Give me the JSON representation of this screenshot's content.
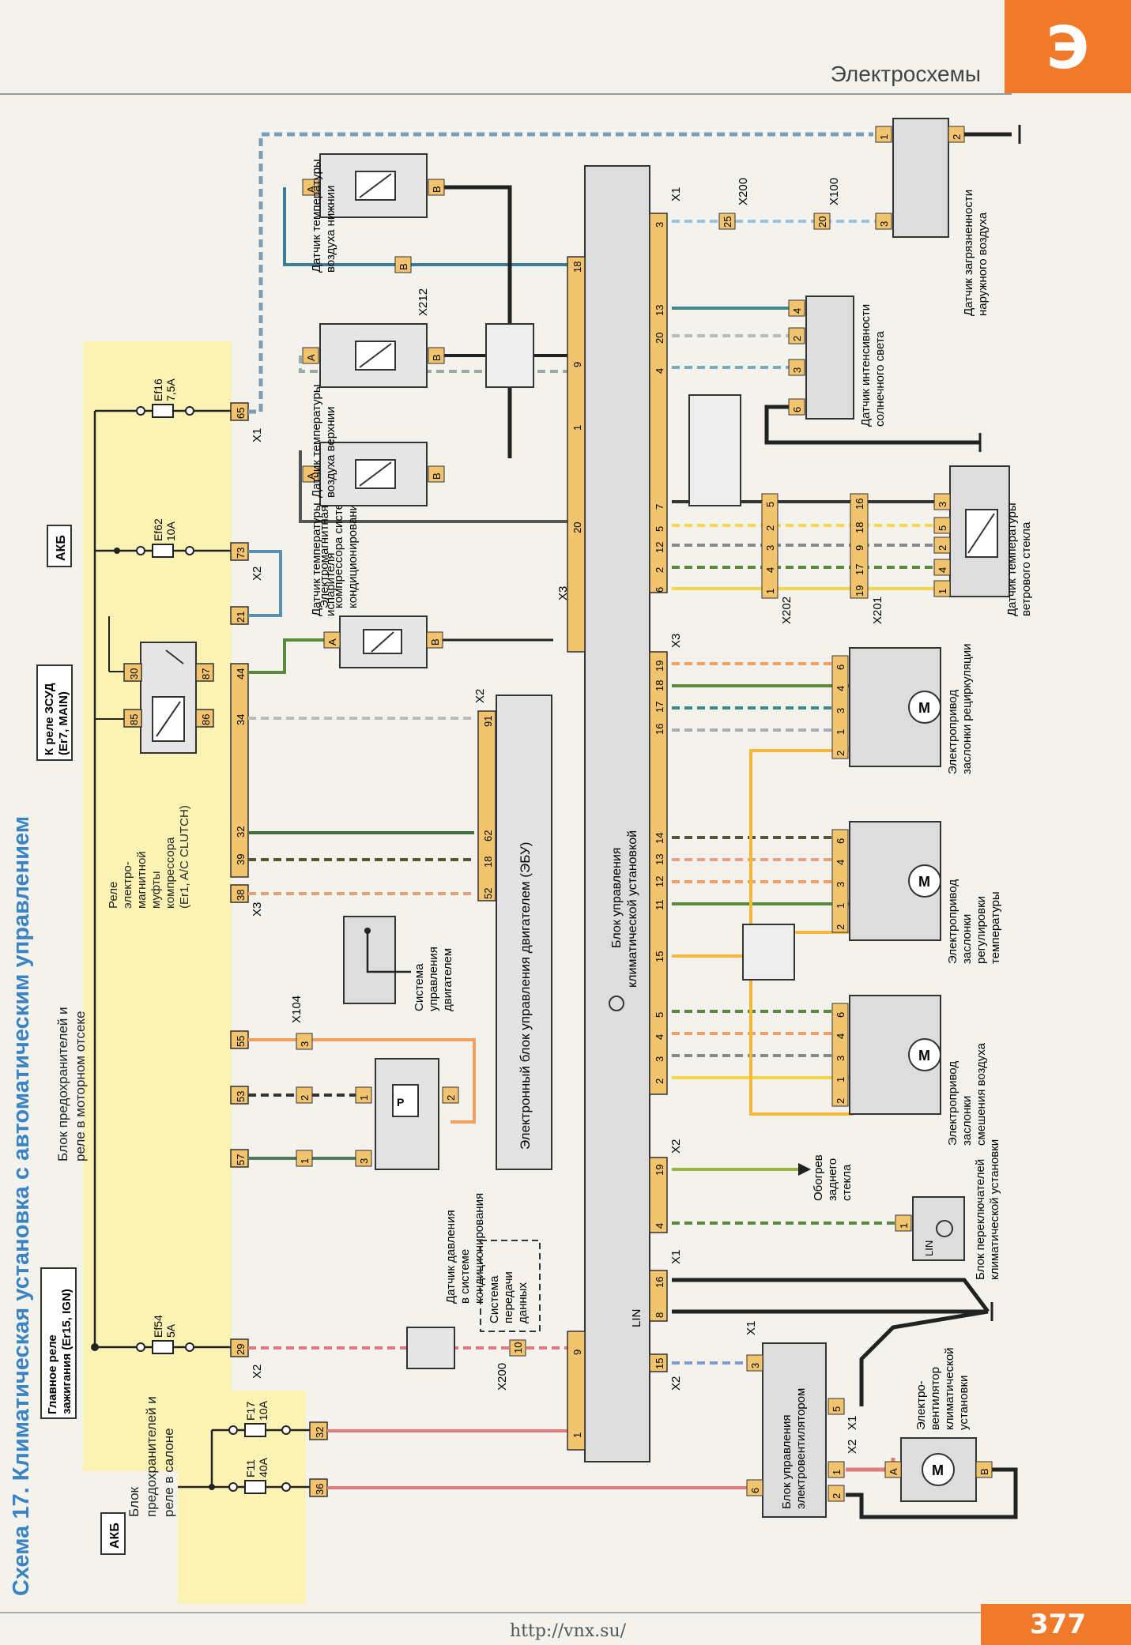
{
  "header": {
    "section": "Электросхемы",
    "tab_letter": "Э"
  },
  "footer": {
    "page_number": "377",
    "url": "http://vnx.su/"
  },
  "diagram": {
    "title": "Схема 17. Климатическая установка с автоматическим управлением",
    "labels": {
      "akb_top": "АКБ",
      "akb_bottom": "АКБ",
      "relay_3sud_l1": "К реле ЗСУД",
      "relay_3sud_l2": "(Er7, MAIN)",
      "main_relay_l1": "Главное реле",
      "main_relay_l2": "зажигания (Er15, IGN)",
      "fuse_engine_l1": "Блок предохранителей и",
      "fuse_engine_l2": "реле в моторном отсеке",
      "fuse_cabin_l1": "Блок",
      "fuse_cabin_l2": "предохранителей и",
      "fuse_cabin_l3": "реле в салоне",
      "fuse_ef16": "Ef16",
      "fuse_ef16_val": "7,5A",
      "fuse_ef62": "Ef62",
      "fuse_ef62_val": "10A",
      "fuse_ef54": "Ef54",
      "fuse_ef54_val": "5A",
      "fuse_f17": "F17",
      "fuse_f17_val": "10A",
      "fuse_f11": "F11",
      "fuse_f11_val": "40A",
      "relay_l1": "Реле",
      "relay_l2": "электро-",
      "relay_l3": "магнитной",
      "relay_l4": "муфты",
      "relay_l5": "компрессора",
      "relay_l6": "(Er1, A/C CLUTCH)",
      "clutch_l1": "Электромагнитная муфта",
      "clutch_l2": "компрессора системы",
      "clutch_l3": "кондиционирования",
      "sensor_lower_l1": "Датчик температуры",
      "sensor_lower_l2": "воздуха нижнии",
      "sensor_upper_l1": "Датчик температуры",
      "sensor_upper_l2": "воздуха верхнии",
      "sensor_evap_l1": "Датчик температуры",
      "sensor_evap_l2": "испарителя",
      "ecu_label": "Электронный блок управления двигателем (ЭБУ)",
      "engine_sys_l1": "Система",
      "engine_sys_l2": "управления",
      "engine_sys_l3": "двигателем",
      "pressure_l1": "Датчик давления",
      "pressure_l2": "в системе",
      "pressure_l3": "кондиционирования",
      "data_sys_l1": "Система",
      "data_sys_l2": "передачи",
      "data_sys_l3": "данных",
      "climate_unit_l1": "Блок управления",
      "climate_unit_l2": "климатической установкой",
      "lin": "LIN",
      "lin_switch": "LIN",
      "rear_window_l1": "Обогрев",
      "rear_window_l2": "заднего",
      "rear_window_l3": "стекла",
      "switch_block_l1": "Блок переключателей",
      "switch_block_l2": "климатической установки",
      "fan_unit_l1": "Блок управления",
      "fan_unit_l2": "электровентилятором",
      "fan_l1": "Электро-",
      "fan_l2": "вентилятор",
      "fan_l3": "климатической",
      "fan_l4": "установки",
      "act_recirc_l1": "Электропривод",
      "act_recirc_l2": "заслонки рециркуляции",
      "act_temp_l1": "Электропривод",
      "act_temp_l2": "заслонки",
      "act_temp_l3": "регулировки",
      "act_temp_l4": "температуры",
      "act_mix_l1": "Электропривод",
      "act_mix_l2": "заслонки",
      "act_mix_l3": "смешения воздуха",
      "sun_sensor_l1": "Датчик интенсивности",
      "sun_sensor_l2": "солнечного света",
      "pollution_l1": "Датчик загрязненности",
      "pollution_l2": "наружного воздуха",
      "windshield_l1": "Датчик температуры",
      "windshield_l2": "ветрового стекла"
    },
    "connectors": {
      "x1": "X1",
      "x2": "X2",
      "x3": "X3",
      "x100": "X100",
      "x104": "X104",
      "x200": "X200",
      "x201": "X201",
      "x202": "X202",
      "x212": "X212"
    },
    "pins": {
      "relay": [
        "30",
        "87",
        "85",
        "86"
      ],
      "engine_block_x1": [
        "65"
      ],
      "engine_block_x2": [
        "73",
        "21",
        "29"
      ],
      "engine_block_x3": [
        "44",
        "34",
        "32",
        "39",
        "38",
        "55",
        "53",
        "57"
      ],
      "cabin_block": [
        "32",
        "36"
      ],
      "ecu": [
        "91",
        "62",
        "18",
        "52"
      ],
      "x104": [
        "3",
        "2",
        "1"
      ],
      "pressure_sensor": [
        "1",
        "2",
        "3"
      ],
      "climate_x3_top": [
        "20",
        "1",
        "9",
        "18"
      ],
      "climate_x1_bottom": [
        "3",
        "13",
        "20",
        "4",
        "7",
        "5",
        "12",
        "2",
        "6"
      ],
      "climate_x3_bottom": [
        "19",
        "18",
        "17",
        "16",
        "14",
        "13",
        "12",
        "11",
        "15",
        "5",
        "4",
        "3",
        "2"
      ],
      "climate_x2_bottom": [
        "19",
        "4"
      ],
      "climate_x1_bottom2": [
        "16",
        "8"
      ],
      "climate_x2_bottom2": [
        "15"
      ],
      "climate_left": [
        "9",
        "1"
      ],
      "x200_pins": [
        "25",
        "10"
      ],
      "x100_pins": [
        "20"
      ],
      "x212_pin": "B",
      "x202_pins": [
        "5",
        "2",
        "3",
        "4",
        "1"
      ],
      "x201_pins": [
        "16",
        "18",
        "9",
        "17",
        "19"
      ],
      "windshield_pins": [
        "3",
        "5",
        "2",
        "4",
        "1"
      ],
      "pollution_pins": [
        "1",
        "2",
        "3"
      ],
      "sun_pins": [
        "4",
        "2",
        "3",
        "6"
      ],
      "actuator_pins": [
        "6",
        "4",
        "3",
        "1",
        "2"
      ],
      "fan_unit_pins": [
        "3",
        "5",
        "1",
        "2",
        "6"
      ],
      "sensor_pin_a": "A",
      "sensor_pin_b": "B",
      "switch_pin": "1"
    }
  }
}
